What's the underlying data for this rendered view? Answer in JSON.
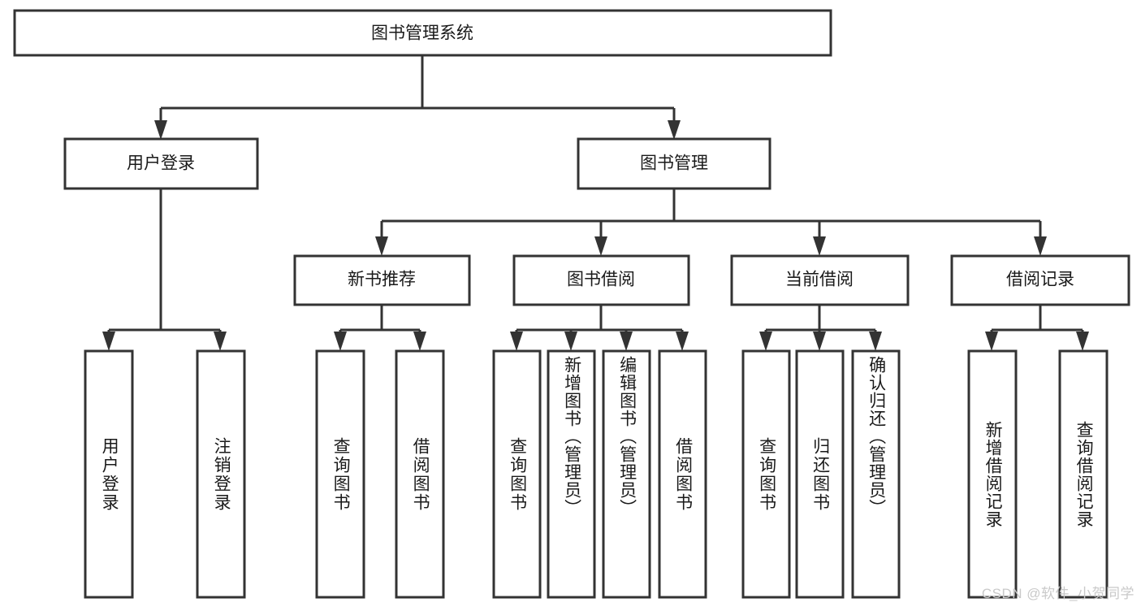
{
  "diagram": {
    "type": "tree-hierarchy",
    "title": "图书管理系统",
    "watermark": "CSDN @软件_小贺同学",
    "colors": {
      "box_stroke": "#333333",
      "box_fill": "#ffffff",
      "text": "#1a1a1a",
      "connector": "#333333",
      "watermark": "#c9c9c9",
      "background": "#ffffff"
    },
    "levels": [
      {
        "level": 1,
        "nodes": [
          {
            "id": "root",
            "label": "图书管理系统",
            "orientation": "horizontal"
          }
        ]
      },
      {
        "level": 2,
        "nodes": [
          {
            "id": "user-login",
            "label": "用户登录",
            "orientation": "horizontal",
            "parent": "root"
          },
          {
            "id": "book-manage",
            "label": "图书管理",
            "orientation": "horizontal",
            "parent": "root"
          }
        ]
      },
      {
        "level": 3,
        "nodes": [
          {
            "id": "new-book-rec",
            "label": "新书推荐",
            "orientation": "horizontal",
            "parent": "book-manage"
          },
          {
            "id": "book-borrow",
            "label": "图书借阅",
            "orientation": "horizontal",
            "parent": "book-manage"
          },
          {
            "id": "current-borrow",
            "label": "当前借阅",
            "orientation": "horizontal",
            "parent": "book-manage"
          },
          {
            "id": "borrow-record",
            "label": "借阅记录",
            "orientation": "horizontal",
            "parent": "book-manage"
          }
        ]
      },
      {
        "level": 4,
        "nodes": [
          {
            "id": "leaf-user-login",
            "label": "用户登录",
            "orientation": "vertical",
            "parent": "user-login"
          },
          {
            "id": "leaf-user-logout",
            "label": "注销登录",
            "orientation": "vertical",
            "parent": "user-login"
          },
          {
            "id": "leaf-rec-query",
            "label": "查询图书",
            "orientation": "vertical",
            "parent": "new-book-rec"
          },
          {
            "id": "leaf-rec-borrow",
            "label": "借阅图书",
            "orientation": "vertical",
            "parent": "new-book-rec"
          },
          {
            "id": "leaf-borrow-query",
            "label": "查询图书",
            "orientation": "vertical",
            "parent": "book-borrow"
          },
          {
            "id": "leaf-borrow-add",
            "label": "新增图书（管理员）",
            "orientation": "vertical",
            "parent": "book-borrow"
          },
          {
            "id": "leaf-borrow-edit",
            "label": "编辑图书（管理员）",
            "orientation": "vertical",
            "parent": "book-borrow"
          },
          {
            "id": "leaf-borrow-lend",
            "label": "借阅图书",
            "orientation": "vertical",
            "parent": "book-borrow"
          },
          {
            "id": "leaf-cur-query",
            "label": "查询图书",
            "orientation": "vertical",
            "parent": "current-borrow"
          },
          {
            "id": "leaf-cur-return",
            "label": "归还图书",
            "orientation": "vertical",
            "parent": "current-borrow"
          },
          {
            "id": "leaf-cur-confirm",
            "label": "确认归还（管理员）",
            "orientation": "vertical",
            "parent": "current-borrow"
          },
          {
            "id": "leaf-rec-add",
            "label": "新增借阅记录",
            "orientation": "vertical",
            "parent": "borrow-record"
          },
          {
            "id": "leaf-rec-search",
            "label": "查询借阅记录",
            "orientation": "vertical",
            "parent": "borrow-record"
          }
        ]
      }
    ]
  }
}
